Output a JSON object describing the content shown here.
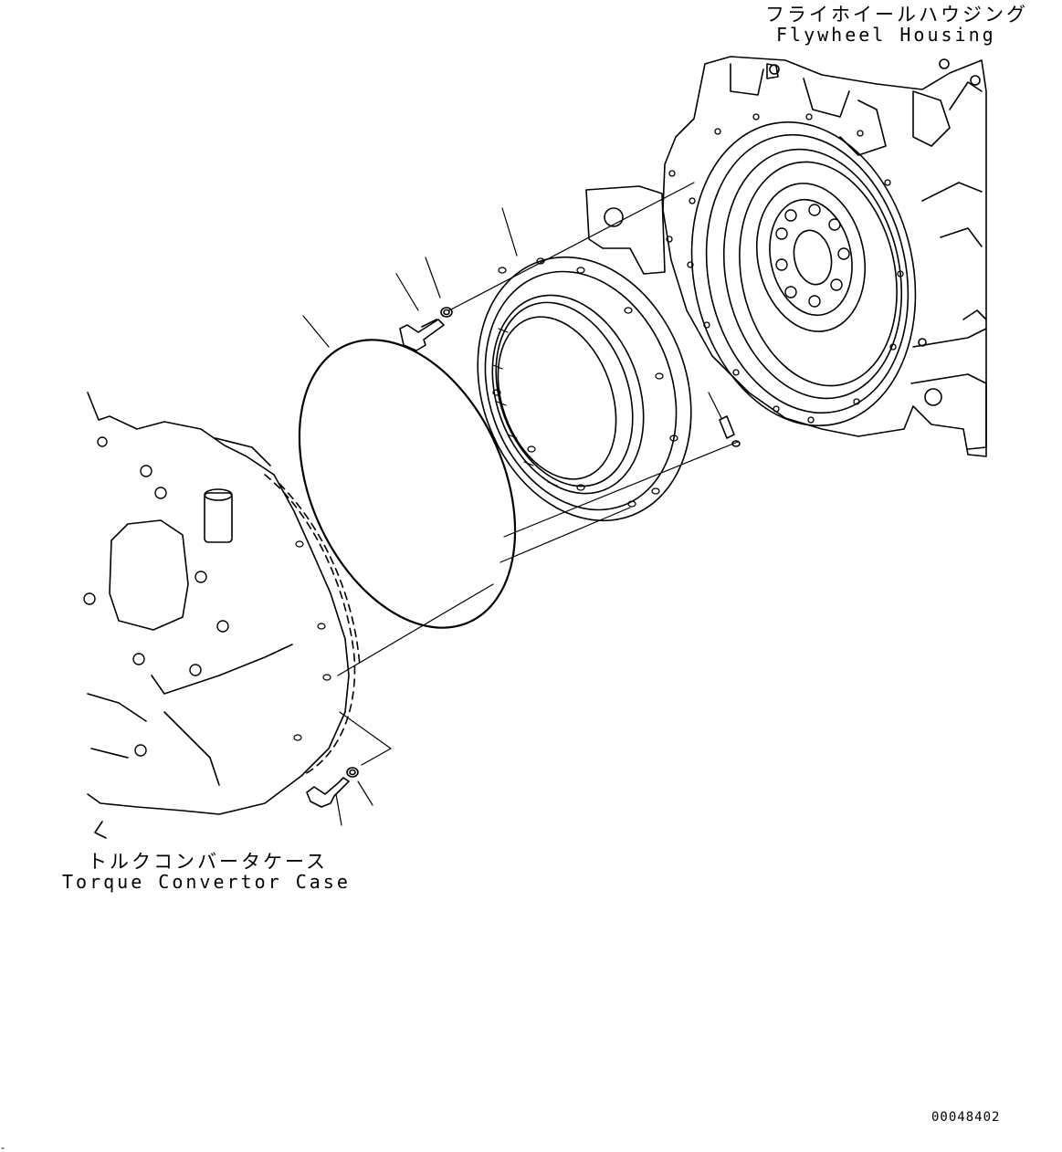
{
  "labels": {
    "flywheel_housing_jp": "フライホイールハウジング",
    "flywheel_housing_en": "Flywheel Housing",
    "torque_converter_jp": "トルクコンバータケース",
    "torque_converter_en": "Torque Convertor Case",
    "drawing_code": "00048402"
  }
}
